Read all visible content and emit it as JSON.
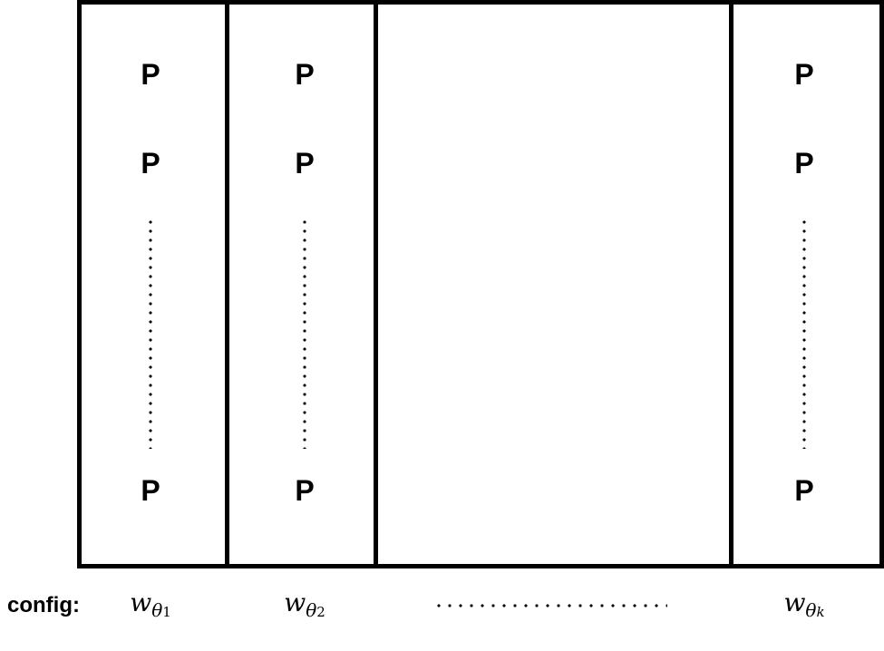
{
  "columns": [
    {
      "p_labels": [
        "P",
        "P",
        "P"
      ],
      "config": {
        "base": "w",
        "sub": "θ",
        "subsub": "1"
      }
    },
    {
      "p_labels": [
        "P",
        "P",
        "P"
      ],
      "config": {
        "base": "w",
        "sub": "θ",
        "subsub": "2"
      }
    },
    {
      "p_labels": [],
      "config": null
    },
    {
      "p_labels": [
        "P",
        "P",
        "P"
      ],
      "config": {
        "base": "w",
        "sub": "θ",
        "subsub": "k"
      }
    }
  ],
  "footer": {
    "config_label": "config:"
  },
  "colors": {
    "stroke": "#000000",
    "background": "#ffffff"
  }
}
